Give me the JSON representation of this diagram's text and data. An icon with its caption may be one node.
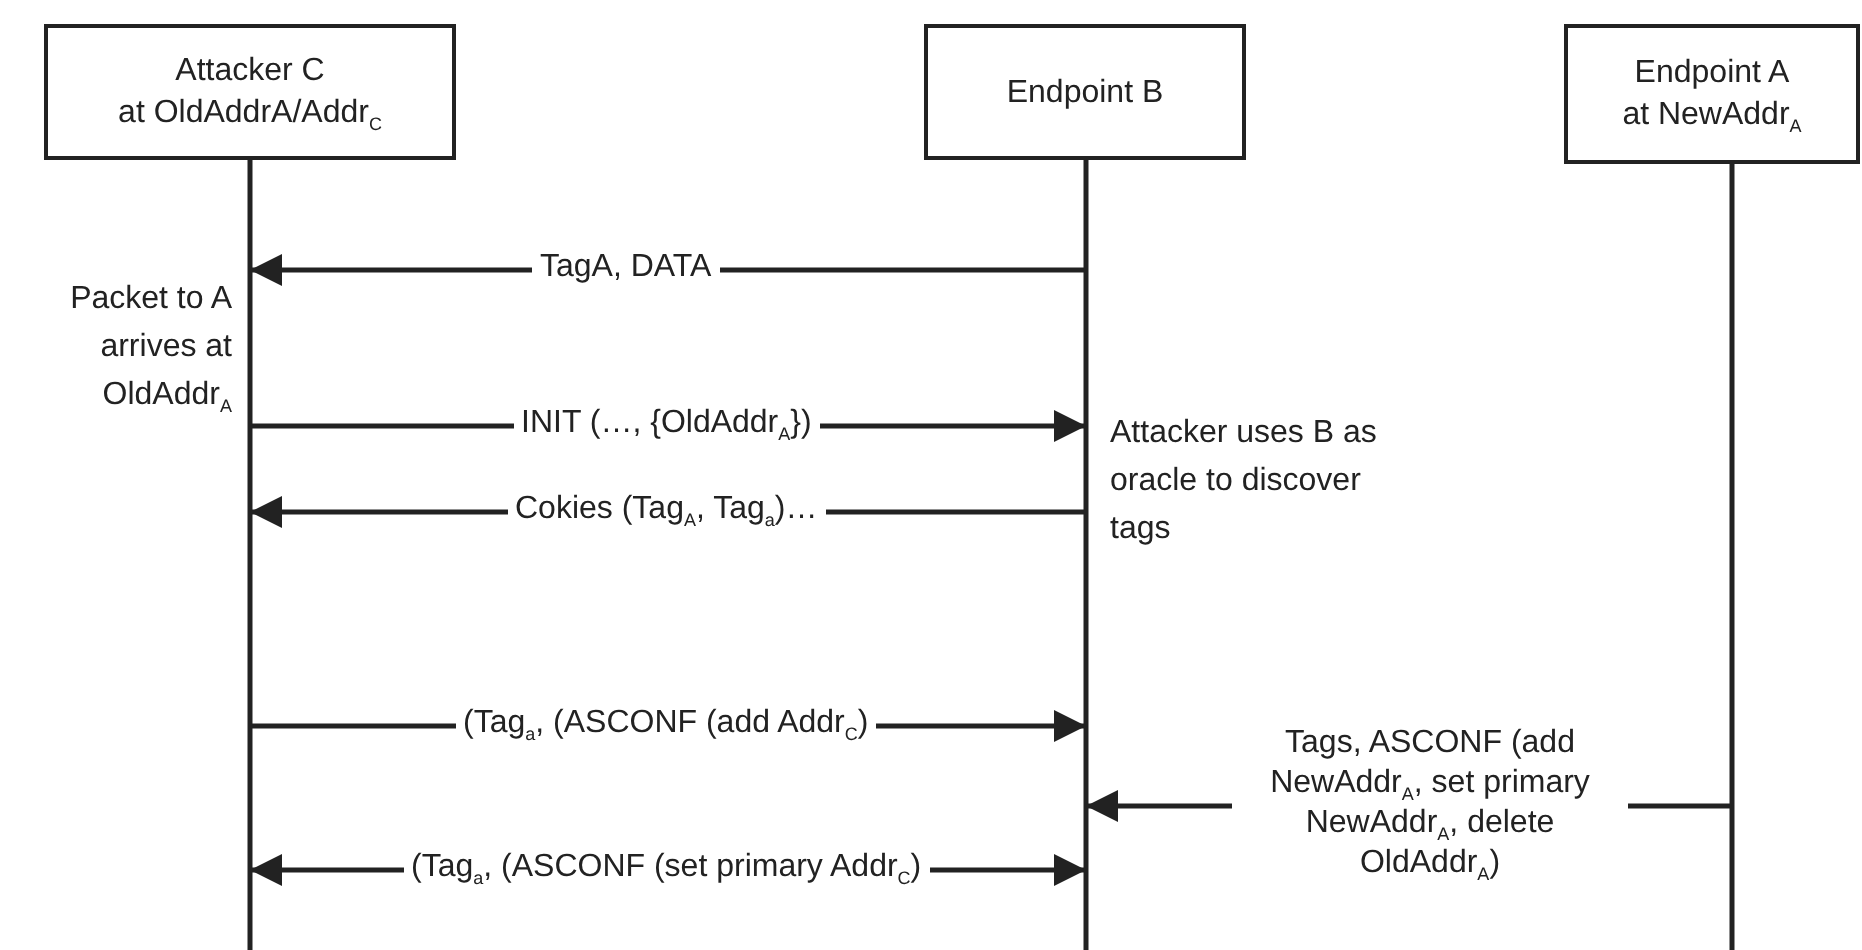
{
  "diagram": {
    "nodes": [
      {
        "text": [
          "Attacker C",
          "at OldAddrA/Addr$_{C}$"
        ]
      },
      {
        "text": [
          "Endpoint B"
        ]
      },
      {
        "text": [
          "Endpoint A",
          "at NewAddr$_{A}$"
        ]
      }
    ],
    "edges": [
      {
        "from": 1,
        "to": 0,
        "arrow": "to",
        "label": "TagA, DATA"
      },
      {
        "from": 0,
        "to": 1,
        "arrow": "to",
        "label": "INIT (…, {OldAddr$_{A}$})"
      },
      {
        "from": 1,
        "to": 0,
        "arrow": "to",
        "label": "Cokies (Tag$_{A}$, Tag$_{a}$)…"
      },
      {
        "from": 0,
        "to": 1,
        "arrow": "to",
        "label": "(Tag$_{a}$, (ASCONF (add Addr$_{C}$)"
      },
      {
        "from": 2,
        "to": 1,
        "arrow": "to",
        "label": "Tags, ASCONF (add NewAddr$_{A}$, set primary NewAddr$_{A}$, delete OldAddr$_{A}$)"
      },
      {
        "from": 0,
        "to": 1,
        "arrow": "both",
        "label": "(Tag$_{a}$, (ASCONF (set primary Addr$_{C}$)"
      }
    ],
    "labels": [
      "Packet to A arrives at OldAddr$_{A}$",
      "Attacker uses B as oracle to discover tags"
    ]
  }
}
